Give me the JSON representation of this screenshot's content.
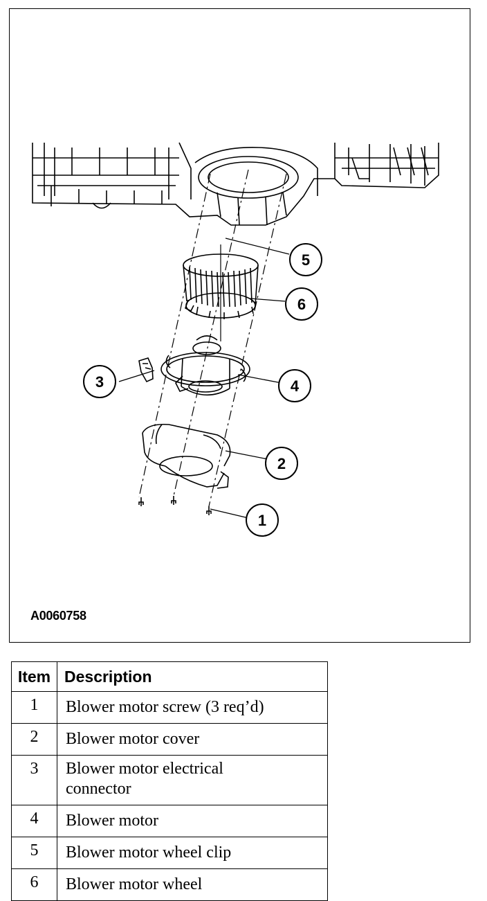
{
  "figure": {
    "id_label": "A0060758",
    "callouts": [
      {
        "number": "1",
        "part": "screw"
      },
      {
        "number": "2",
        "part": "cover"
      },
      {
        "number": "3",
        "part": "connector"
      },
      {
        "number": "4",
        "part": "motor"
      },
      {
        "number": "5",
        "part": "clip"
      },
      {
        "number": "6",
        "part": "wheel"
      }
    ]
  },
  "legend": {
    "header_item": "Item",
    "header_description": "Description",
    "rows": [
      {
        "item": "1",
        "description": "Blower motor screw (3 req’d)"
      },
      {
        "item": "2",
        "description": "Blower motor cover"
      },
      {
        "item": "3",
        "description": "Blower motor electrical connector"
      },
      {
        "item": "4",
        "description": "Blower motor"
      },
      {
        "item": "5",
        "description": "Blower motor wheel clip"
      },
      {
        "item": "6",
        "description": "Blower motor wheel"
      }
    ]
  }
}
